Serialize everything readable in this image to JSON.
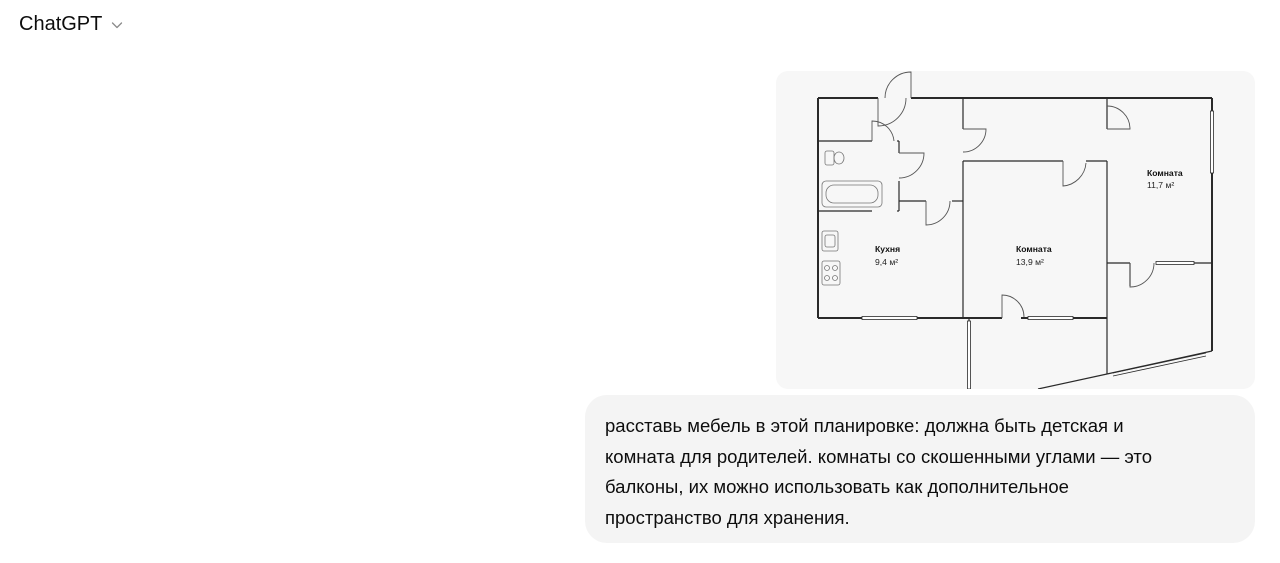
{
  "header": {
    "model_name": "ChatGPT",
    "chevron_icon": "chevron-down-icon"
  },
  "floor_plan": {
    "rooms": [
      {
        "name": "Комната",
        "area": "11,7 м²"
      },
      {
        "name": "Кухня",
        "area": "9,4 м²"
      },
      {
        "name": "Комната",
        "area": "13,9 м²"
      }
    ]
  },
  "message": {
    "text": "расставь мебель в этой планировке: должна быть детская и\nкомната для родителей. комнаты со скошенными углами — это\nбалконы, их можно использовать как дополнительное\nпространство для хранения."
  }
}
